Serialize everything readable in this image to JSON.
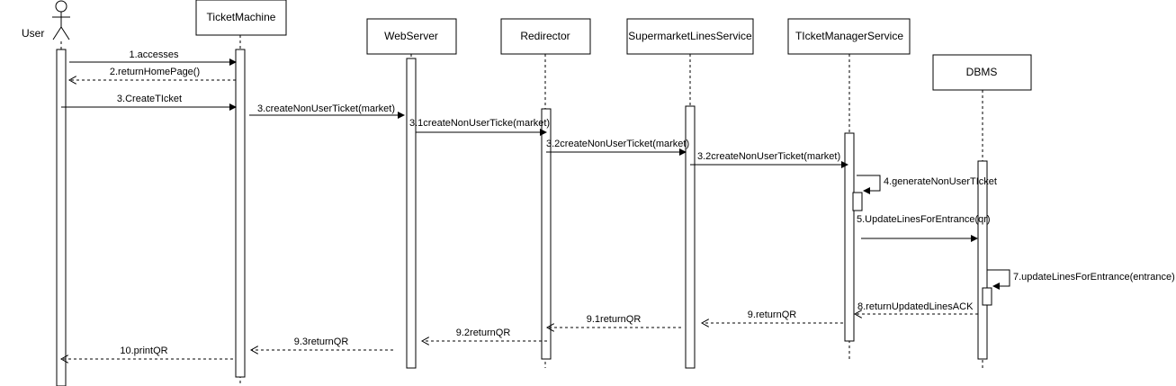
{
  "participants": {
    "user": "User",
    "ticket_machine": "TicketMachine",
    "web_server": "WebServer",
    "redirector": "Redirector",
    "supermarket_lines_service": "SupermarketLinesService",
    "ticket_manager_service": "TIcketManagerService",
    "dbms": "DBMS"
  },
  "messages": {
    "m1": "1.accesses",
    "m2": "2.returnHomePage()",
    "m3": "3.CreateTIcket",
    "m3a": "3.createNonUserTicket(market)",
    "m31": "3.1createNonUserTicke(market)",
    "m32a": "3.2createNonUserTicket(market)",
    "m32b": "3.2createNonUserTicket(market)",
    "m4": "4.generateNonUserTIcket",
    "m5": "5.UpdateLinesForEntrance(qr)",
    "m7": "7.updateLinesForEntrance(entrance)",
    "m8": "8.returnUpdatedLinesACK",
    "m9": "9.returnQR",
    "m91": "9.1returnQR",
    "m92": "9.2returnQR",
    "m93": "9.3returnQR",
    "m10": "10.printQR"
  }
}
